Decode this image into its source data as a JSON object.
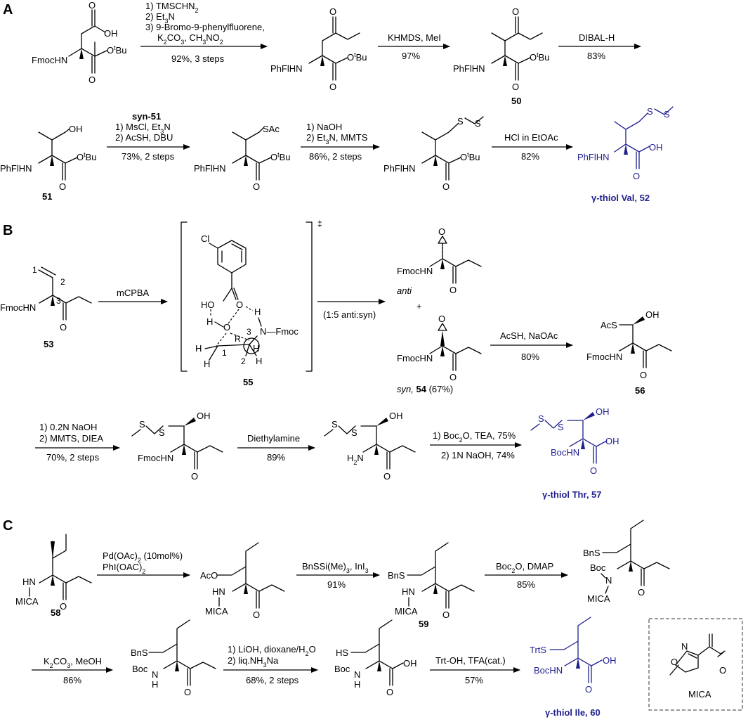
{
  "sections": {
    "a": "A",
    "b": "B",
    "c": "C"
  },
  "colors": {
    "target": "#1f1f8f",
    "ink": "#000000"
  },
  "scheme_a": {
    "sm": {
      "fmochn": "FmocHN",
      "oh": "OH",
      "otbu_o": "O",
      "otbu_t": "t",
      "otbu_bu": "Bu"
    },
    "step1": {
      "l1": "1) TMSCHN",
      "l1_sub": "2",
      "l2": "2) Et",
      "l2_sub": "3",
      "l2_end": "N",
      "l3": "3) 9-Bromo-9-phenylfluorene,",
      "l4a": "K",
      "l4sub1": "2",
      "l4b": "CO",
      "l4sub2": "3",
      "l4c": ", CH",
      "l4sub3": "3",
      "l4d": "NO",
      "l4sub4": "2",
      "yield": "92%, 3 steps"
    },
    "int1": {
      "n": "PhFlHN"
    },
    "step2": {
      "reagent": "KHMDS, MeI",
      "yield": "97%"
    },
    "c50": {
      "n": "PhFlHN",
      "label": "50"
    },
    "step3": {
      "reagent": "DIBAL-H",
      "yield": "83%"
    },
    "c51": {
      "n": "PhFlHN",
      "oh": "OH",
      "label": "51"
    },
    "step4": {
      "title": "syn-51",
      "l1": "1) MsCl, Et",
      "l1_sub": "3",
      "l1_end": "N",
      "l2": "2) AcSH, DBU",
      "yield": "73%, 2 steps"
    },
    "int2": {
      "n": "PhFlHN",
      "sac": "SAc"
    },
    "step5": {
      "l1": "1) NaOH",
      "l2": "2) Et",
      "l2_sub": "3",
      "l2_end": "N, MMTS",
      "yield": "86%, 2 steps"
    },
    "int3": {
      "n": "PhFlHN",
      "s1": "S",
      "s2": "S"
    },
    "step6": {
      "reagent": "HCl in EtOAc",
      "yield": "82%"
    },
    "c52": {
      "n": "PhFlHN",
      "oh": "OH",
      "s1": "S",
      "s2": "S",
      "label": "γ-thiol Val, 52"
    }
  },
  "scheme_b": {
    "c53": {
      "n": "FmocHN",
      "n1": "1",
      "n2": "2",
      "n3": "3",
      "label": "53"
    },
    "step1": {
      "reagent": "mCPBA"
    },
    "ts55": {
      "cl": "Cl",
      "ho": "HO",
      "o1": "O",
      "h1": "H",
      "o2": "O",
      "h2": "H",
      "h3": "H",
      "nfmoc": "N—Fmoc",
      "r": "R",
      "n1": "1",
      "n2": "2",
      "n3": "3",
      "hh1": "H",
      "hh2": "H",
      "hh3": "H",
      "hh4": "H",
      "dagger": "‡",
      "label": "55"
    },
    "step2": {
      "ratio": "(1:5 anti:syn)"
    },
    "anti": {
      "n": "FmocHN",
      "o": "O",
      "label": "anti",
      "plus": "+"
    },
    "syn54": {
      "n": "FmocHN",
      "o": "O",
      "label_syn": "syn,",
      "label_num": "54",
      "yield": "(67%)"
    },
    "step3": {
      "reagent": "AcSH, NaOAc",
      "yield": "80%"
    },
    "c56": {
      "n": "FmocHN",
      "acs": "AcS",
      "oh": "OH",
      "label": "56"
    },
    "step4": {
      "l1": "1) 0.2N NaOH",
      "l2": "2) MMTS, DIEA",
      "yield": "70%, 2 steps"
    },
    "int1": {
      "n": "FmocHN",
      "s1": "S",
      "s2": "S",
      "oh": "OH"
    },
    "step5": {
      "reagent": "Diethylamine",
      "yield": "89%"
    },
    "int2": {
      "n": "H",
      "n_sub": "2",
      "n_end": "N",
      "s1": "S",
      "s2": "S",
      "oh": "OH"
    },
    "step6": {
      "l1a": "1) Boc",
      "l1sub": "2",
      "l1b": "O, TEA, 75%",
      "l2": "2) 1N NaOH, 74%"
    },
    "c57": {
      "n": "BocHN",
      "s1": "S",
      "s2": "S",
      "oh": "OH",
      "oh2": "OH",
      "label": "γ-thiol Thr, 57"
    }
  },
  "scheme_c": {
    "c58": {
      "hn": "HN",
      "mica": "MICA",
      "label": "58"
    },
    "step1": {
      "l1": "Pd(OAc)",
      "l1_sub": "2",
      "l1_end": " (10mol%)",
      "l2": "PhI(OAC)",
      "l2_sub": "2"
    },
    "int1": {
      "aco": "AcO",
      "hn": "HN",
      "mica": "MICA"
    },
    "step2": {
      "reagent": "BnSSi(Me)",
      "reagent_sub": "3",
      "reagent_end": ", InI",
      "reagent_sub2": "3",
      "yield": "91%"
    },
    "c59": {
      "bns": "BnS",
      "hn": "HN",
      "mica": "MICA",
      "label": "59"
    },
    "step3": {
      "reagent": "Boc",
      "reagent_sub": "2",
      "reagent_end": "O, DMAP",
      "yield": "85%"
    },
    "int2": {
      "bns": "BnS",
      "boc": "Boc",
      "n": "N",
      "mica": "MICA"
    },
    "step4": {
      "reagent": "K",
      "reagent_sub": "2",
      "reagent_mid": "CO",
      "reagent_sub2": "3",
      "reagent_end": ", MeOH",
      "yield": "86%"
    },
    "int3": {
      "bns": "BnS",
      "boc": "Boc",
      "nh": "N",
      "h": "H"
    },
    "step5": {
      "l1": "1) LiOH, dioxane/H",
      "l1_sub": "2",
      "l1_end": "O",
      "l2": "2) liq.NH",
      "l2_sub": "3",
      "l2_end": "Na",
      "yield": "68%, 2 steps"
    },
    "int4": {
      "hs": "HS",
      "boc": "Boc",
      "nh": "N",
      "h": "H",
      "oh": "OH"
    },
    "step6": {
      "reagent": "Trt-OH, TFA(cat.)",
      "yield": "57%"
    },
    "c60": {
      "trts": "TrtS",
      "n": "BocHN",
      "oh": "OH",
      "label": "γ-thiol Ile, 60"
    },
    "mica_box": {
      "o": "O",
      "n": "N",
      "co": "O",
      "label": "MICA"
    }
  }
}
